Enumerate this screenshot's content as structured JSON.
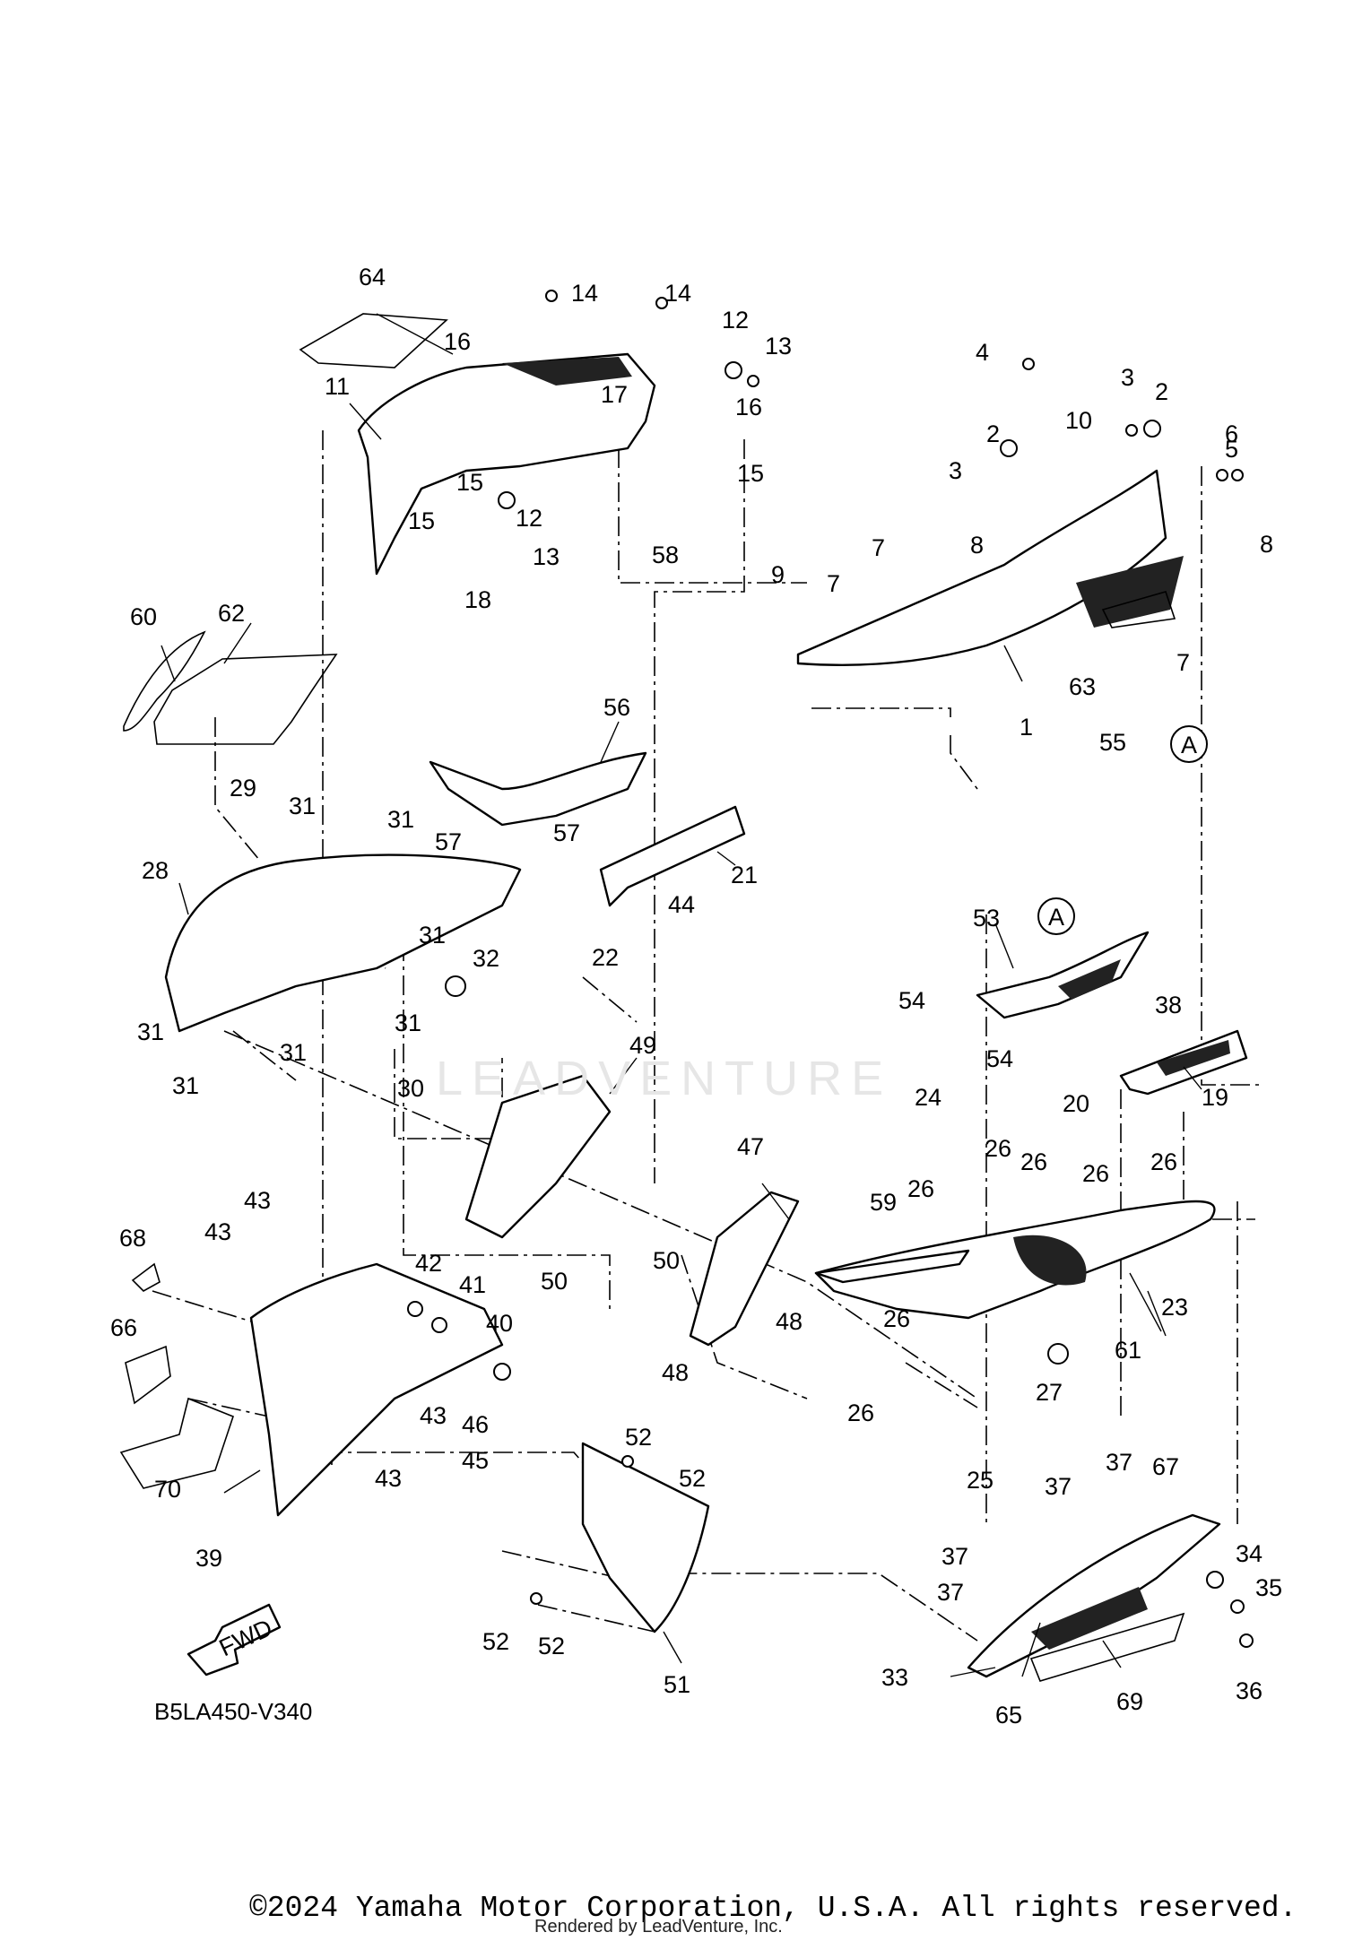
{
  "diagram": {
    "code": "B5LA450-V340",
    "fwd_label": "FWD",
    "reference_marker": "A",
    "watermark": "LEADVENTURE",
    "copyright": "©2024 Yamaha Motor Corporation, U.S.A. All rights reserved.",
    "rendered_by": "Rendered by LeadVenture, Inc.",
    "callouts": [
      "1",
      "2",
      "3",
      "4",
      "5",
      "6",
      "7",
      "8",
      "9",
      "10",
      "11",
      "12",
      "13",
      "14",
      "15",
      "16",
      "17",
      "18",
      "19",
      "20",
      "21",
      "22",
      "23",
      "24",
      "25",
      "26",
      "27",
      "28",
      "29",
      "30",
      "31",
      "32",
      "33",
      "34",
      "35",
      "36",
      "37",
      "38",
      "39",
      "40",
      "41",
      "42",
      "43",
      "44",
      "45",
      "46",
      "47",
      "48",
      "49",
      "50",
      "51",
      "52",
      "53",
      "54",
      "55",
      "56",
      "57",
      "58",
      "59",
      "60",
      "61",
      "62",
      "63",
      "64",
      "65",
      "66",
      "67",
      "68",
      "69",
      "70"
    ]
  }
}
